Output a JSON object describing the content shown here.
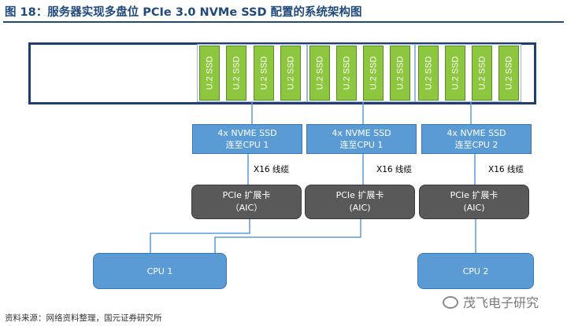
{
  "title": "图 18：服务器实现多盘位 PCIe 3.0 NVMe SSD 配置的系统架构图",
  "ssd_label": "U.2 SSD",
  "ssd_count": 12,
  "nvme_boxes": [
    {
      "line1": "4x NVME SSD",
      "line2": "连至CPU 1"
    },
    {
      "line1": "4x NVME SSD",
      "line2": "连至CPU 1"
    },
    {
      "line1": "4x NVME SSD",
      "line2": "连至CPU 2"
    }
  ],
  "cable_label": "X16 线缆",
  "aic_boxes": [
    {
      "line1": "PCIe 扩展卡",
      "line2": "（AIC）"
    },
    {
      "line1": "PCIe 扩展卡",
      "line2": "(AIC)"
    },
    {
      "line1": "PCIe 扩展卡",
      "line2": "(AIC)"
    }
  ],
  "cpus": [
    {
      "label": "CPU 1"
    },
    {
      "label": "CPU 2"
    }
  ],
  "source": "资料来源：网络资料整理，国元证券研究所",
  "watermark": "茂飞电子研究",
  "colors": {
    "title": "#1f497d",
    "ssd": "#8dc63f",
    "nvme_box": "#5b9bd5",
    "aic_box": "#595959",
    "cpu_box": "#5b9bd5"
  }
}
